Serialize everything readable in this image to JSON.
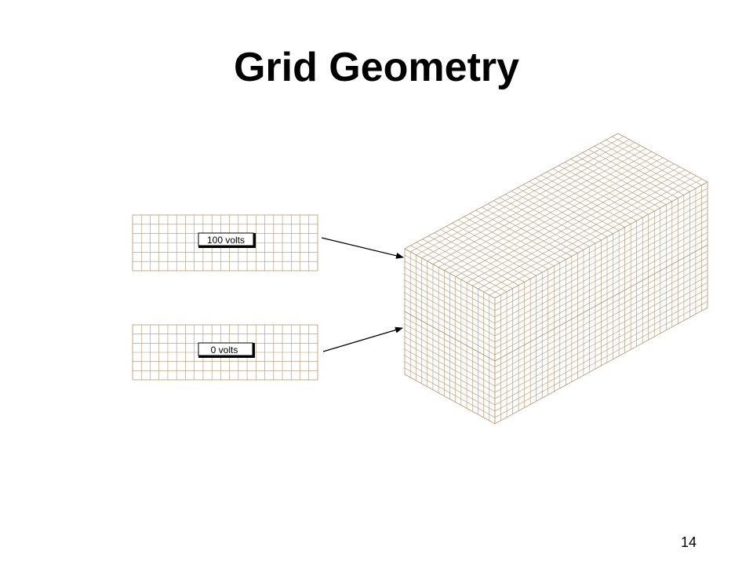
{
  "slide": {
    "title": "Grid Geometry",
    "page_number": "14"
  },
  "grids": {
    "top_label": "100 volts",
    "bottom_label": "0 volts"
  },
  "colors": {
    "grid_line": "#b8926a",
    "text": "#000000",
    "background": "#ffffff"
  }
}
